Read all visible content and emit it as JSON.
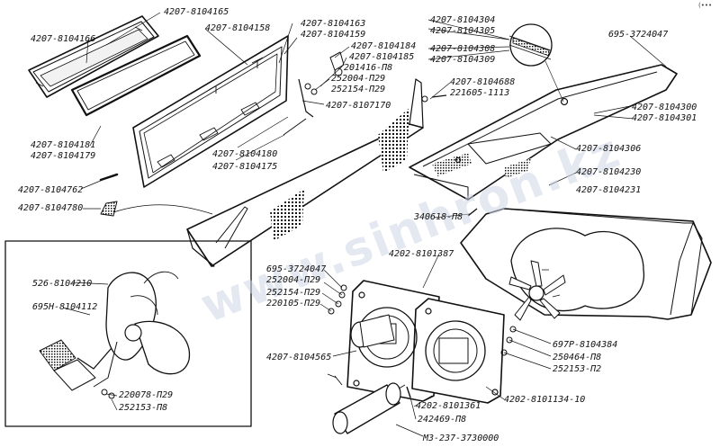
{
  "watermark": "www.sinhron.kz",
  "corner_mark": "(•••",
  "labels": {
    "l01": "4207-8104165",
    "l02": "4207-8104166",
    "l03": "4207-8104158",
    "l04": "4207-8104163",
    "l05": "4207-8104159",
    "l06": "4207-8104184",
    "l07": "4207-8104185",
    "l08": "201416-П8",
    "l09": "252004-П29",
    "l10": "252154-П29",
    "l11": "4207-8107170",
    "l12": "4207-8104304",
    "l13": "4207-8104305",
    "l14": "4207-8104308",
    "l15": "4207-8104309",
    "l16": "695-3724047",
    "l17": "4207-8104688",
    "l18": "221605-1113",
    "l19": "4207-8104300",
    "l20": "4207-8104301",
    "l21": "4207-8104306",
    "l22": "4207-8104230",
    "l23": "4207-8104231",
    "l24": "4207-8104181",
    "l25": "4207-8104179",
    "l26": "4207-8104180",
    "l27": "4207-8104175",
    "l28": "4207-8104762",
    "l29": "4207-8104780",
    "l30": "340618-П8",
    "l31": "4202-8101387",
    "l32": "526-8104210",
    "l33": "695H-8104112",
    "l34": "695-3724047",
    "l35": "252004-П29",
    "l36": "252154-П29",
    "l37": "220105-П29",
    "l38": "4207-8104565",
    "l39": "697P-8104384",
    "l40": "250464-П8",
    "l41": "252153-П2",
    "l42": "4202-8101134-10",
    "l43": "220078-П29",
    "l44": "252153-П8",
    "l45": "4202-8101361",
    "l46": "242469-П8",
    "l47": "М3-237-3730000"
  }
}
